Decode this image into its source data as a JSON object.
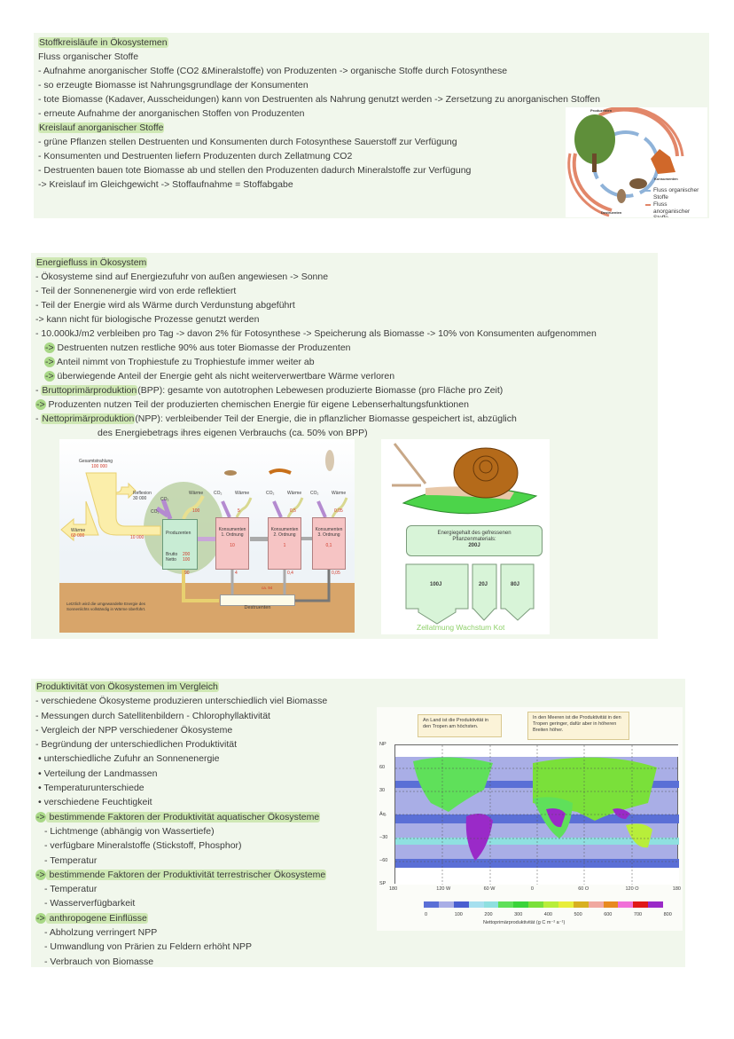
{
  "sections": [
    {
      "lines": [
        {
          "segs": [
            {
              "t": "Stoffkreisläufe in Ökosystemen",
              "hl": true
            }
          ]
        },
        {
          "segs": [
            {
              "t": "Fluss organischer Stoffe"
            }
          ]
        },
        {
          "segs": [
            {
              "t": "- Aufnahme anorganischer Stoffe (CO2 &Mineralstoffe) von Produzenten -> organische Stoffe durch Fotosynthese"
            }
          ]
        },
        {
          "segs": [
            {
              "t": "- so erzeugte Biomasse ist Nahrungsgrundlage der Konsumenten"
            }
          ]
        },
        {
          "segs": [
            {
              "t": "- tote Biomasse (Kadaver, Ausscheidungen) kann von Destruenten als Nahrung genutzt werden -> Zersetzung zu anorganischen Stoffen"
            }
          ]
        },
        {
          "segs": [
            {
              "t": "- erneute Aufnahme der anorganischen Stoffen von Produzenten"
            }
          ]
        },
        {
          "segs": [
            {
              "t": "Kreislauf anorganischer Stoffe",
              "hl": true
            }
          ]
        },
        {
          "segs": [
            {
              "t": "- grüne Pflanzen stellen Destruenten und Konsumenten durch Fotosynthese Sauerstoff zur Verfügung"
            }
          ]
        },
        {
          "segs": [
            {
              "t": "- Konsumenten und Destruenten liefern Produzenten durch Zellatmung CO2"
            }
          ]
        },
        {
          "segs": [
            {
              "t": "- Destruenten bauen tote Biomasse ab und stellen den Produzenten dadurch Mineralstoffe zur Verfügung"
            }
          ]
        },
        {
          "segs": [
            {
              "t": "-> Kreislauf im Gleichgewicht -> Stoffaufnahme = Stoffabgabe"
            }
          ]
        }
      ]
    },
    {
      "lines": [
        {
          "segs": [
            {
              "t": "Energiefluss in Ökosystem",
              "hl": true
            }
          ]
        },
        {
          "segs": [
            {
              "t": "- Ökosysteme sind auf Energiezufuhr von außen angewiesen -> Sonne"
            }
          ]
        },
        {
          "segs": [
            {
              "t": "- Teil der Sonnenenergie wird von erde reflektiert"
            }
          ]
        },
        {
          "segs": [
            {
              "t": "- Teil der Energie wird als Wärme durch Verdunstung abgeführt"
            }
          ]
        },
        {
          "segs": [
            {
              "t": "-> kann nicht für biologische Prozesse genutzt werden"
            }
          ]
        },
        {
          "segs": [
            {
              "t": "- 10.000kJ/m2 verbleiben pro Tag -> davon 2% für Fotosynthese -> Speicherung als Biomasse -> 10% von Konsumenten aufgenommen"
            }
          ]
        },
        {
          "indent": 1,
          "segs": [
            {
              "t": "->",
              "arrow": true
            },
            {
              "t": " Destruenten nutzen restliche 90% aus toter Biomasse der Produzenten"
            }
          ]
        },
        {
          "indent": 1,
          "segs": [
            {
              "t": "->",
              "arrow": true
            },
            {
              "t": " Anteil nimmt von Trophiestufe zu Trophiestufe immer weiter ab"
            }
          ]
        },
        {
          "indent": 1,
          "segs": [
            {
              "t": "->",
              "arrow": true
            },
            {
              "t": " überwiegende Anteil der Energie geht als nicht weiterverwertbare Wärme verloren"
            }
          ]
        },
        {
          "segs": [
            {
              "t": "- "
            },
            {
              "t": "Bruttoprimärproduktion",
              "hl": true
            },
            {
              "t": "(BPP): gesamte von autotrophen Lebewesen produzierte Biomasse (pro Fläche pro Zeit)"
            }
          ]
        },
        {
          "segs": [
            {
              "t": "->",
              "arrow": true
            },
            {
              "t": " Produzenten nutzen Teil der produzierten chemischen Energie für eigene Lebenserhaltungsfunktionen"
            }
          ]
        },
        {
          "segs": [
            {
              "t": "- "
            },
            {
              "t": "Nettoprimärproduktion",
              "hl": true
            },
            {
              "t": "(NPP): verbleibender Teil der Energie, die in pflanzlicher Biomasse gespeichert ist, abzüglich"
            }
          ]
        },
        {
          "indent": 7,
          "segs": [
            {
              "t": "des Energiebetrags ihres eigenen Verbrauchs (ca. 50% von BPP)"
            }
          ]
        }
      ]
    },
    {
      "lines": [
        {
          "segs": [
            {
              "t": "Produktivität von Ökosystemen im Vergleich",
              "hl": true
            }
          ]
        },
        {
          "segs": [
            {
              "t": "- verschiedene Ökosysteme produzieren unterschiedlich viel Biomasse"
            }
          ]
        },
        {
          "segs": [
            {
              "t": "- Messungen durch Satellitenbildern - Chlorophyllaktivität"
            }
          ]
        },
        {
          "segs": [
            {
              "t": "- Vergleich der NPP verschiedener Ökosysteme"
            }
          ]
        },
        {
          "segs": [
            {
              "t": "- Begründung der unterschiedlichen Produktivität"
            }
          ]
        },
        {
          "indent": 0.3,
          "segs": [
            {
              "t": "• unterschiedliche Zufuhr an Sonnenenergie"
            }
          ]
        },
        {
          "indent": 0.3,
          "segs": [
            {
              "t": "• Verteilung der Landmassen"
            }
          ]
        },
        {
          "indent": 0.3,
          "segs": [
            {
              "t": "• Temperaturunterschiede"
            }
          ]
        },
        {
          "indent": 0.3,
          "segs": [
            {
              "t": "• verschiedene Feuchtigkeit"
            }
          ]
        },
        {
          "segs": [
            {
              "t": "->",
              "arrow": true
            },
            {
              "t": " bestimmende Faktoren der Produktivität aquatischer Ökosysteme",
              "hl": true
            }
          ]
        },
        {
          "indent": 1,
          "segs": [
            {
              "t": "- Lichtmenge (abhängig von Wassertiefe)"
            }
          ]
        },
        {
          "indent": 1,
          "segs": [
            {
              "t": "- verfügbare Mineralstoffe (Stickstoff, Phosphor)"
            }
          ]
        },
        {
          "indent": 1,
          "segs": [
            {
              "t": "- Temperatur"
            }
          ]
        },
        {
          "segs": [
            {
              "t": "->",
              "arrow": true
            },
            {
              "t": " bestimmende Faktoren der Produktivität terrestrischer Ökosysteme",
              "hl": true
            }
          ]
        },
        {
          "indent": 1,
          "segs": [
            {
              "t": "- Temperatur"
            }
          ]
        },
        {
          "indent": 1,
          "segs": [
            {
              "t": "- Wasserverfügbarkeit"
            }
          ]
        },
        {
          "segs": [
            {
              "t": "->",
              "arrow": true
            },
            {
              "t": " anthropogene Einflüsse",
              "hl": true
            }
          ]
        },
        {
          "indent": 1,
          "segs": [
            {
              "t": "- Abholzung verringert NPP"
            }
          ]
        },
        {
          "indent": 1,
          "segs": [
            {
              "t": "- Umwandlung von Prärien zu Feldern erhöht NPP"
            }
          ]
        },
        {
          "indent": 1,
          "segs": [
            {
              "t": "- Verbrauch von Biomasse"
            }
          ]
        }
      ]
    }
  ],
  "cycle_figure": {
    "producers": "Produzenten",
    "consumers": "Konsumenten",
    "decomposers": "Destruenten",
    "legend_organic": "Fluss organischer Stoffe",
    "legend_inorganic": "Fluss anorganischer Stoffe",
    "colors": {
      "organic": "#8fb3d9",
      "inorganic": "#e2876a"
    }
  },
  "energy_figure": {
    "total_label": "Gesamtstrahlung",
    "total_value": "100 000",
    "reflexion_label": "Reflexion",
    "reflexion_value": "30 000",
    "heat_label": "Wärme",
    "heat_value": "60 000",
    "remaining_value": "10 000",
    "co2": "CO₂",
    "heat": "Wärme",
    "producers": "Produzenten",
    "brutto_label": "Brutto",
    "brutto_value": "200",
    "netto_label": "Netto",
    "netto_value": "100",
    "producer_heat": "100",
    "producer_dead": "90",
    "consumers": [
      {
        "name": "Konsumenten",
        "order": "1. Ordnung",
        "value": "10",
        "heat": "5",
        "dead": "4"
      },
      {
        "name": "Konsumenten",
        "order": "2. Ordnung",
        "value": "1",
        "heat": "0,5",
        "dead": "0,4"
      },
      {
        "name": "Konsumenten",
        "order": "3. Ordnung",
        "value": "0,1",
        "heat": "0,05",
        "dead": "0,05"
      }
    ],
    "decomposers": "Destruenten",
    "decomposer_values": [
      "ca. 94"
    ],
    "footnote": "Letztlich wird die umgewandelte Energie des Sonnenlichts vollständig in Wärme überführt."
  },
  "snail_figure": {
    "box_title": "Energiegehalt des gefressenen Pflanzenmaterials:",
    "box_value": "200J",
    "parts": [
      {
        "value": "100J"
      },
      {
        "value": "20J"
      },
      {
        "value": "80J"
      }
    ],
    "caption": "Zellatmung Wachstum Kot"
  },
  "npp_map": {
    "callout_land": "An Land ist die Produktivität in den Tropen am höchsten.",
    "callout_sea": "In den Meeren ist die Produktivität in den Tropen geringer, dafür aber in höheren Breiten höher.",
    "lat_labels": [
      "NP",
      "60",
      "30",
      "Äq.",
      "−30",
      "−60",
      "SP"
    ],
    "lon_labels": [
      "180",
      "120 W",
      "60 W",
      "0",
      "60 O",
      "120 O",
      "180"
    ],
    "legend_ticks": [
      "0",
      "100",
      "200",
      "300",
      "400",
      "500",
      "600",
      "700",
      "800"
    ],
    "legend_colors": [
      "#5a6fd6",
      "#a9aee6",
      "#4a5fd0",
      "#a6e0ef",
      "#8fe0e0",
      "#5fe05a",
      "#3ad43a",
      "#7ae03a",
      "#b8ee3a",
      "#e8ee3a",
      "#d8b020",
      "#f0a8a0",
      "#e88a20",
      "#f070d8",
      "#e01818",
      "#9a2ac8"
    ],
    "legend_title": "Nettoprimärproduktivität (g C m⁻² a⁻¹)"
  }
}
